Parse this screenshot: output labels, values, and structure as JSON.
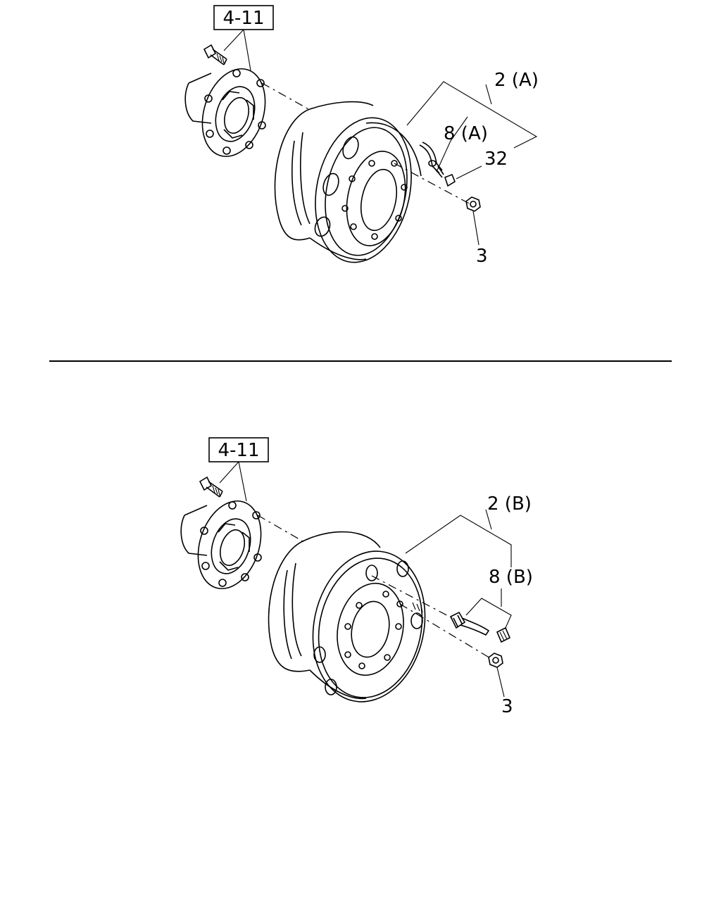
{
  "diagram": {
    "top": {
      "ref_box": "4-11",
      "labels": {
        "wheel": "2 (A)",
        "valve": "8 (A)",
        "cap": "32",
        "nut": "3"
      }
    },
    "bottom": {
      "ref_box": "4-11",
      "labels": {
        "wheel": "2 (B)",
        "valve": "8 (B)",
        "nut": "3"
      }
    }
  }
}
